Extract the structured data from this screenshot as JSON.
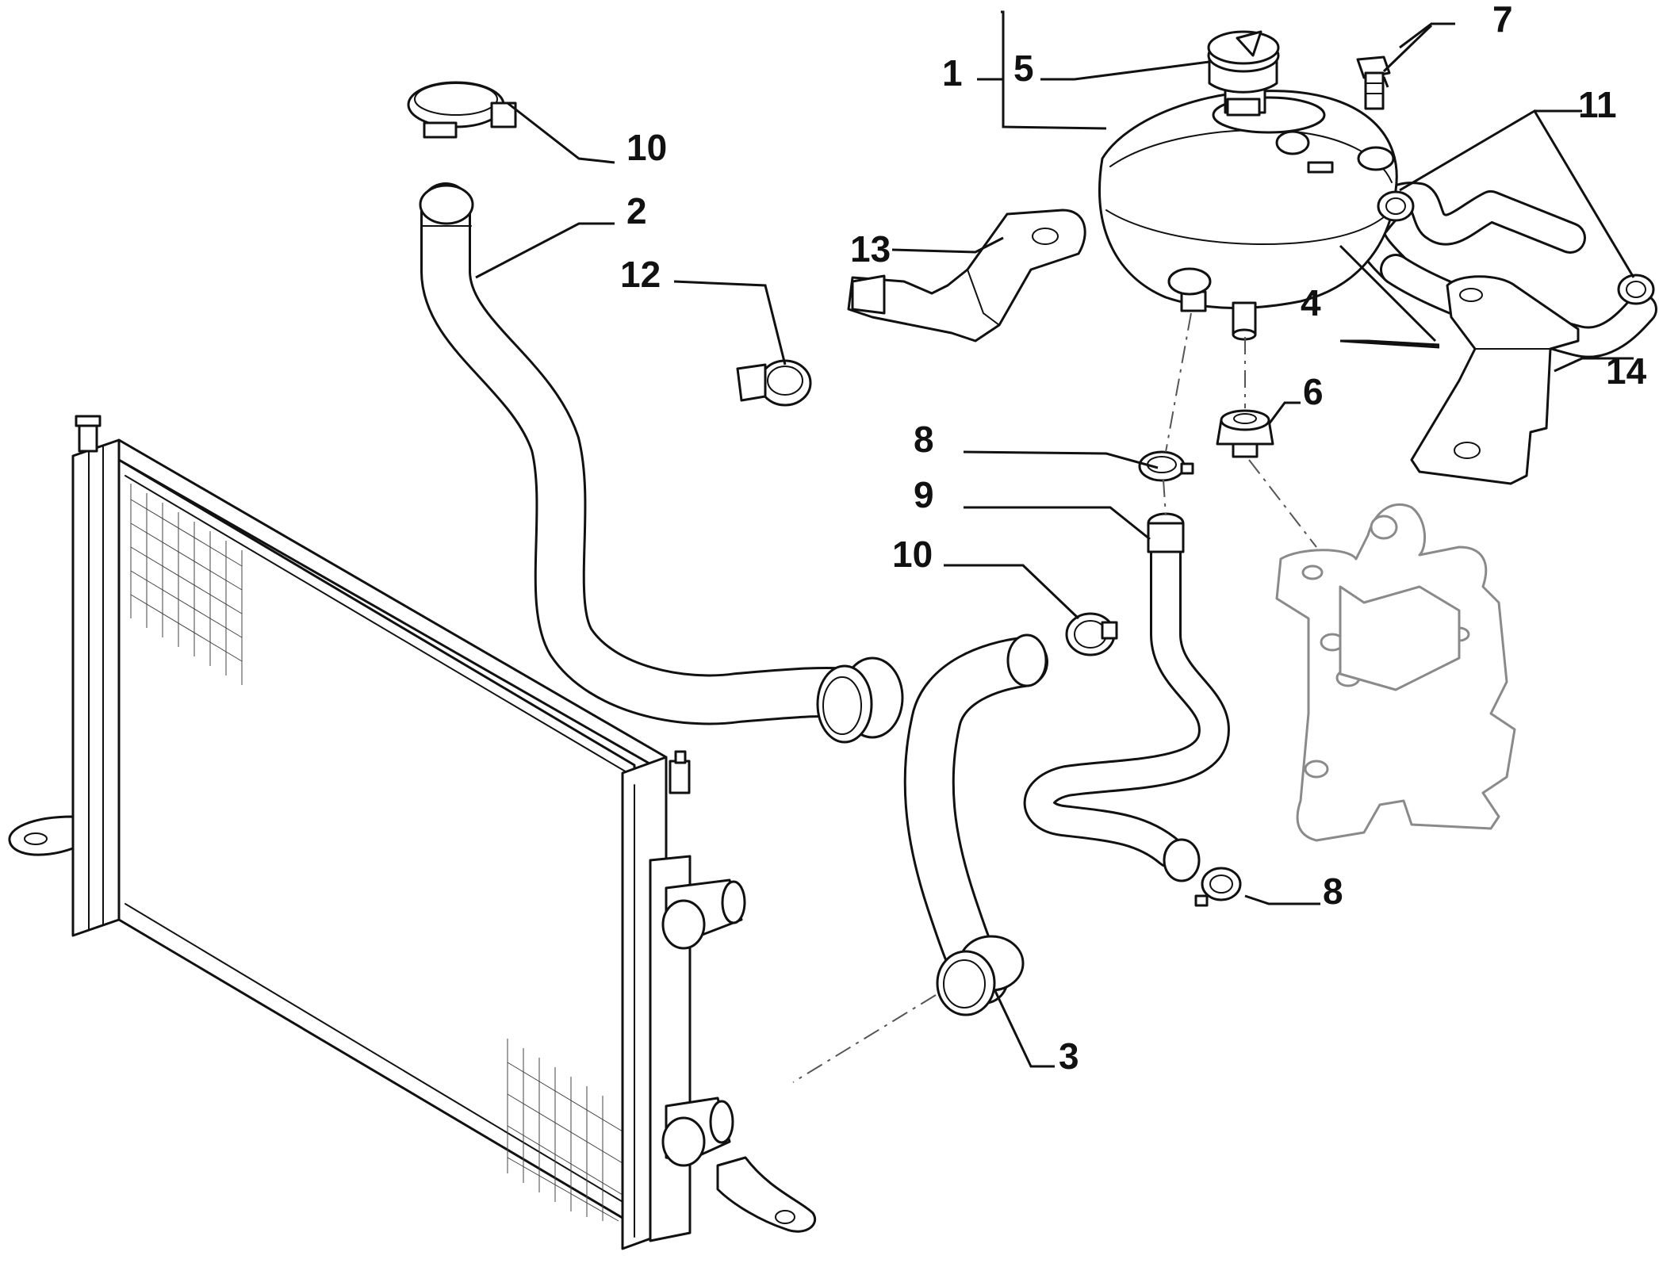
{
  "callouts": {
    "c1": "1",
    "c2": "2",
    "c3": "3",
    "c4": "4",
    "c5": "5",
    "c6": "6",
    "c7": "7",
    "c8a": "8",
    "c8b": "8",
    "c9": "9",
    "c10a": "10",
    "c10b": "10",
    "c11": "11",
    "c12": "12",
    "c13": "13",
    "c14": "14"
  }
}
